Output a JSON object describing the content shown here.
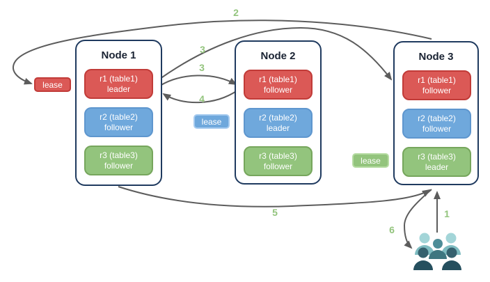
{
  "nodes": [
    {
      "title": "Node 1",
      "replicas": [
        {
          "name": "r1 (table1)",
          "role": "leader",
          "color": "#db5956"
        },
        {
          "name": "r2 (table2)",
          "role": "follower",
          "color": "#6fa8dc"
        },
        {
          "name": "r3 (table3)",
          "role": "follower",
          "color": "#93c47d"
        }
      ]
    },
    {
      "title": "Node 2",
      "replicas": [
        {
          "name": "r1 (table1)",
          "role": "follower",
          "color": "#db5956"
        },
        {
          "name": "r2 (table2)",
          "role": "leader",
          "color": "#6fa8dc"
        },
        {
          "name": "r3 (table3)",
          "role": "follower",
          "color": "#93c47d"
        }
      ]
    },
    {
      "title": "Node 3",
      "replicas": [
        {
          "name": "r1 (table1)",
          "role": "follower",
          "color": "#db5956"
        },
        {
          "name": "r2 (table2)",
          "role": "follower",
          "color": "#6fa8dc"
        },
        {
          "name": "r3 (table3)",
          "role": "leader",
          "color": "#93c47d"
        }
      ]
    }
  ],
  "leases": [
    {
      "label": "lease",
      "color": "#db5956"
    },
    {
      "label": "lease",
      "color": "#6fa8dc"
    },
    {
      "label": "lease",
      "color": "#93c47d"
    }
  ],
  "steps": [
    {
      "label": "1"
    },
    {
      "label": "2"
    },
    {
      "label": "3"
    },
    {
      "label": "3"
    },
    {
      "label": "4"
    },
    {
      "label": "5"
    },
    {
      "label": "6"
    }
  ],
  "icons": {
    "users": "users-icon"
  },
  "colors": {
    "node_border": "#1f3a5f",
    "arrow": "#5c5c5c",
    "step_label": "#93c47d",
    "red": "#db5956",
    "blue": "#6fa8dc",
    "green": "#93c47d",
    "users_back": "#a3d5d8",
    "users_middle": "#4e8d98",
    "users_front": "#2a5666"
  }
}
